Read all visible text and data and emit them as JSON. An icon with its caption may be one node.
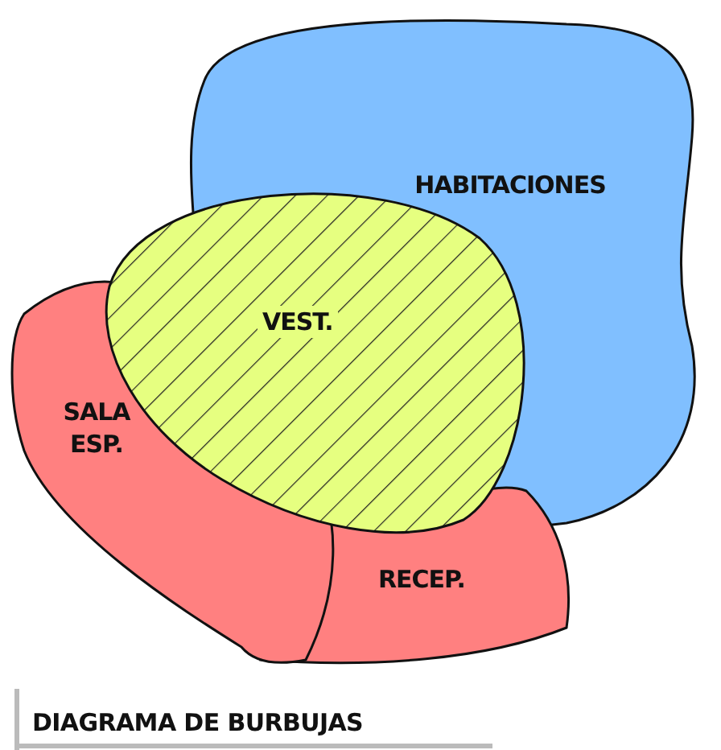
{
  "diagram": {
    "caption": "DIAGRAMA DE BURBUJAS",
    "nodes": [
      {
        "text": [
          "HABITACIONES"
        ]
      },
      {
        "text": [
          "VEST."
        ]
      },
      {
        "text": [
          "SALA ESP."
        ]
      },
      {
        "text": [
          "RECEP."
        ]
      }
    ]
  }
}
